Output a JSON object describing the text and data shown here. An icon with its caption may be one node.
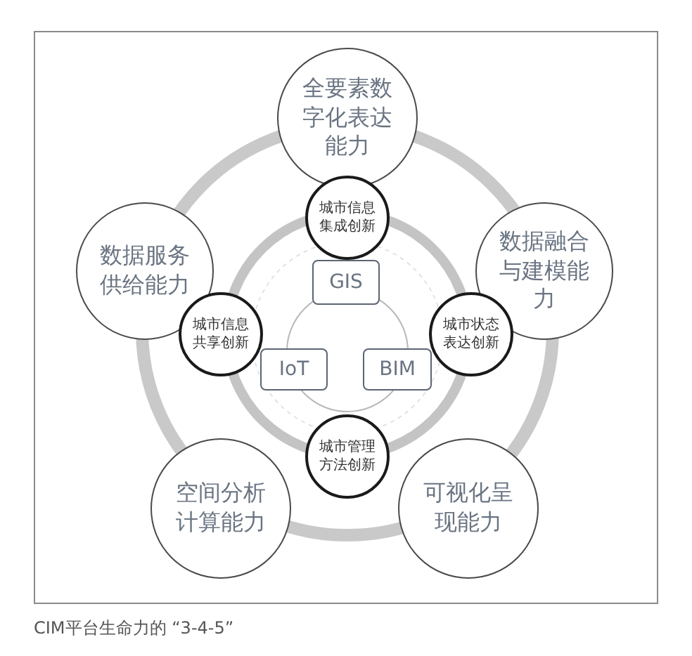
{
  "diagram": {
    "caption": "CIM平台生命力的 “3-4-5”",
    "nodes": [
      {
        "text": [
          "全要素数字化表达能力"
        ]
      },
      {
        "text": [
          "数据服务供给能力"
        ]
      },
      {
        "text": [
          "数据融合与建模能力"
        ]
      },
      {
        "text": [
          "空间分析计算能力"
        ]
      },
      {
        "text": [
          "可视化呈现能力"
        ]
      },
      {
        "text": [
          "城市信息集成创新"
        ]
      },
      {
        "text": [
          "城市信息共享创新"
        ]
      },
      {
        "text": [
          "城市状态表达创新"
        ]
      },
      {
        "text": [
          "城市管理方法创新"
        ]
      },
      {
        "text": [
          "GIS"
        ]
      },
      {
        "text": [
          "IoT"
        ]
      },
      {
        "text": [
          "BIM"
        ]
      }
    ]
  }
}
